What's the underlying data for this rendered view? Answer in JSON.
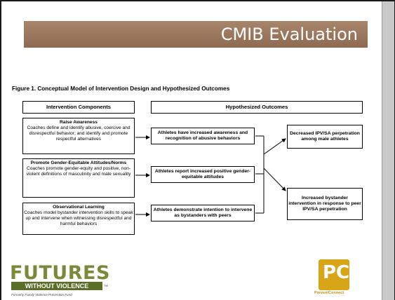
{
  "slide": {
    "title": "CMIB Evaluation",
    "figure_title": "Figure 1.  Conceptual Model of Intervention Design and Hypothesized Outcomes"
  },
  "diagram": {
    "left_header": "Intervention Components",
    "right_header": "Hypothesized Outcomes",
    "components": [
      {
        "heading": "Raise Awareness",
        "body": "Coaches define and identify abusive, coercive and disrespectful behavior; and identify and promote respectful alternatives"
      },
      {
        "heading": "Promote Gender-Equitable Attitudes/Norms",
        "body": "Coaches promote gender-equity and positive, non-violent definitions of masculinity and male sexuality"
      },
      {
        "heading": "Observational Learning",
        "body": "Coaches model bystander intervention skills to speak up and intervene when witnessing disrespectful and harmful behaviors"
      }
    ],
    "mid_outcomes": [
      "Athletes have increased awareness and recognition of abusive behaviors",
      "Athletes report increased positive gender-equitable attitudes",
      "Athletes demonstrate intention to intervene as bystanders with peers"
    ],
    "final_outcomes": [
      "Decreased IPV/SA perpetration among male athletes",
      "Increased bystander intervention in response to peer IPV/SA perpetration"
    ]
  },
  "logos": {
    "futures_word": "FUTURES",
    "futures_band": "WITHOUT VIOLENCE",
    "futures_tm": "TM",
    "futures_formerly": "Formerly Family Violence Prevention Fund",
    "pc_letters": "PC",
    "pc_name": "PreventConnect"
  },
  "colors": {
    "banner": "#9a7860",
    "futures_green": "#7a8a3a",
    "pc_gold": "#d8a418"
  }
}
